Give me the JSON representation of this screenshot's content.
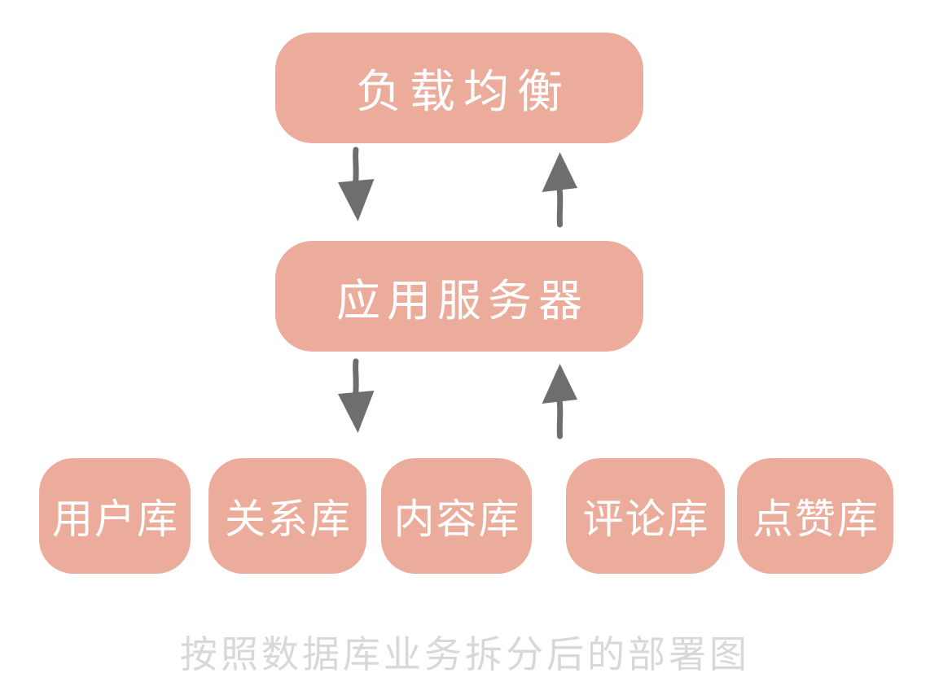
{
  "colors": {
    "background": "#ffffff",
    "box": "#ebac9c",
    "box-text": "#ffffff",
    "arrow": "#6e6e6e",
    "caption": "#d8d8d8"
  },
  "diagram": {
    "nodes": {
      "load_balancer": "负载均衡",
      "app_server": "应用服务器",
      "databases": [
        "用户库",
        "关系库",
        "内容库",
        "评论库",
        "点赞库"
      ]
    },
    "edges": [
      {
        "from": "load_balancer",
        "to": "app_server",
        "direction": "down"
      },
      {
        "from": "app_server",
        "to": "load_balancer",
        "direction": "up"
      },
      {
        "from": "app_server",
        "to": "databases",
        "direction": "down"
      },
      {
        "from": "databases",
        "to": "app_server",
        "direction": "up"
      }
    ],
    "caption": "按照数据库业务拆分后的部署图"
  }
}
